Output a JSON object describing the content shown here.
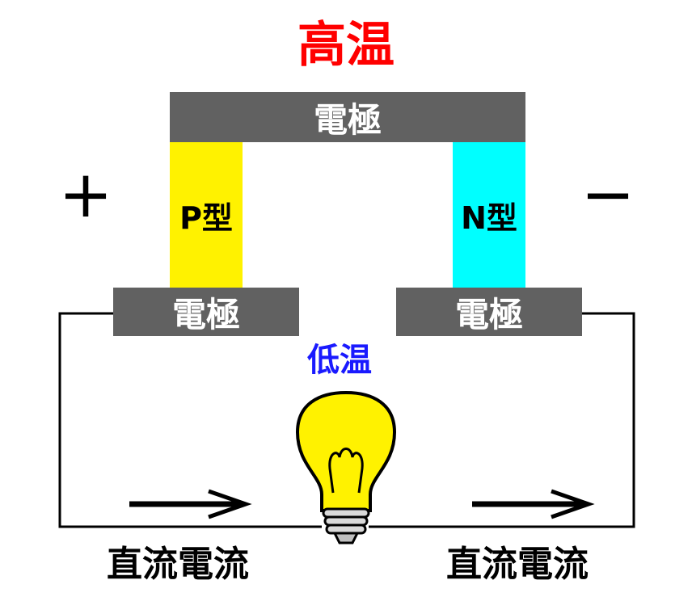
{
  "labels": {
    "high_temp": "高温",
    "low_temp": "低温",
    "electrode_top": "電極",
    "electrode_left": "電極",
    "electrode_right": "電極",
    "p_type": "P型",
    "n_type": "N型",
    "plus": "+",
    "minus": "−",
    "current_left": "直流電流",
    "current_right": "直流電流"
  },
  "colors": {
    "high_temp": "#ff0000",
    "low_temp": "#1a1aff",
    "electrode": "#616161",
    "p_type": "#fff200",
    "n_type": "#00ffff",
    "bulb": "#fff200"
  },
  "icons": [
    "light-bulb-icon",
    "arrow-right-icon"
  ]
}
